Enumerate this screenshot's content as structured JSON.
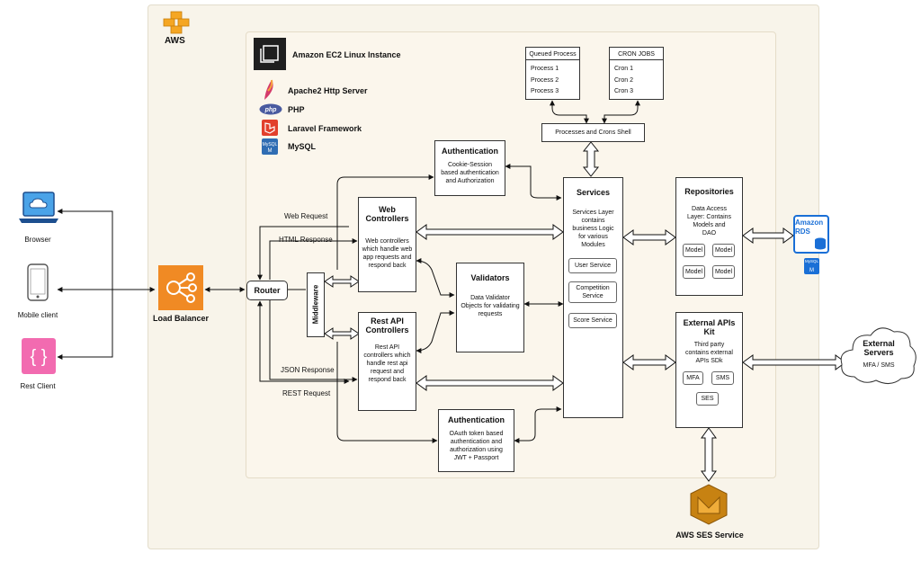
{
  "aws": {
    "label": "AWS"
  },
  "ec2": {
    "title": "Amazon EC2 Linux Instance"
  },
  "stack": [
    {
      "name": "Apache2 Http Server",
      "icon": "apache-feather-icon"
    },
    {
      "name": "PHP",
      "icon": "php-logo-icon"
    },
    {
      "name": "Laravel Framework",
      "icon": "laravel-logo-icon"
    },
    {
      "name": "MySQL",
      "icon": "mysql-logo-icon"
    }
  ],
  "clients": [
    {
      "label": "Browser",
      "icon": "laptop-cloud-icon"
    },
    {
      "label": "Mobile client",
      "icon": "mobile-phone-icon"
    },
    {
      "label": "Rest Client",
      "icon": "braces-icon"
    }
  ],
  "load_balancer": {
    "label": "Load Balancer"
  },
  "router": {
    "label": "Router"
  },
  "middleware": {
    "label": "Middleware"
  },
  "edges": {
    "web_request": "Web Request",
    "html_response": "HTML Response",
    "json_response": "JSON Response",
    "rest_request": "REST Request"
  },
  "web_controllers": {
    "title": "Web\nControllers",
    "desc": "Web controllers\nwhich handle web\napp requests and\nrespond back"
  },
  "rest_controllers": {
    "title": "Rest API\nControllers",
    "desc": "Rest API\ncontrollers which\nhandle rest api\nrequest and\nrespond back"
  },
  "auth_cookie": {
    "title": "Authentication",
    "desc": "Cookie-Session\nbased authentication\nand Authorization"
  },
  "auth_oauth": {
    "title": "Authentication",
    "desc": "OAuth token based\nauthentication and\nauthorization using\nJWT + Passport"
  },
  "validators": {
    "title": "Validators",
    "desc": "Data Validator\nObjects for validating\nrequests"
  },
  "queued": {
    "title": "Queued Process",
    "items": [
      "Process 1",
      "Process 2",
      "Process 3"
    ]
  },
  "cron": {
    "title": "CRON JOBS",
    "items": [
      "Cron 1",
      "Cron 2",
      "Cron 3"
    ]
  },
  "shell": {
    "label": "Processes and Crons Shell"
  },
  "services": {
    "title": "Services",
    "desc": "Services Layer\ncontains\nbusiness Logic\nfor various\nModules",
    "items": [
      "User Service",
      "Competition\nService",
      "Score Service"
    ]
  },
  "repositories": {
    "title": "Repositories",
    "desc": "Data Access\nLayer: Contains\nModels and\nDAO",
    "models": [
      "Model",
      "Model",
      "Model",
      "Model"
    ]
  },
  "external_kit": {
    "title": "External APIs\nKit",
    "desc": "Third party\ncontains external\nAPIs SDk",
    "items": [
      "MFA",
      "SMS",
      "SES"
    ]
  },
  "rds": {
    "title": "Amazon\nRDS",
    "sub": "MySQL"
  },
  "external_servers": {
    "title": "External\nServers",
    "sub": "MFA / SMS"
  },
  "ses": {
    "label": "AWS SES Service"
  },
  "colors": {
    "aws_bg": "#f8f4ea",
    "ec2_bg": "#fbf6ec",
    "orange": "#f39c3a",
    "blue": "#1a6fd6",
    "pink": "#f26bb0"
  }
}
